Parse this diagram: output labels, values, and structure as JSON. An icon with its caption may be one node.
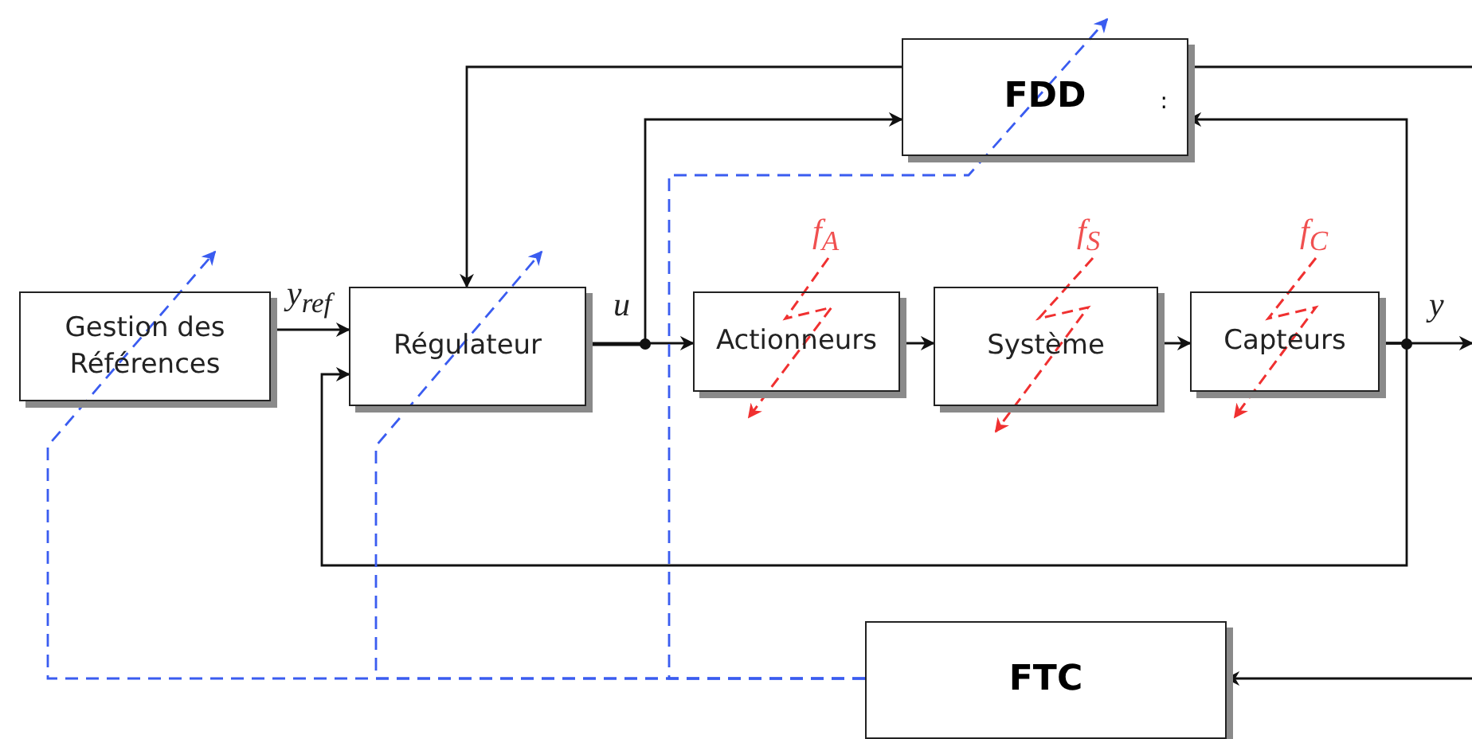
{
  "diagram": {
    "nodes": [
      {
        "text": [
          "Gestion des Références"
        ]
      },
      {
        "text": [
          "Régulateur"
        ]
      },
      {
        "text": [
          "Actionneurs"
        ],
        "beside": [
          "f$_{A}$"
        ]
      },
      {
        "text": [
          "Système"
        ],
        "beside": [
          "f$_{S}$"
        ]
      },
      {
        "text": [
          "Capteurs"
        ],
        "beside": [
          "f$_{C}$"
        ]
      },
      {
        "text": [
          "FDD",
          ":"
        ]
      },
      {
        "text": [
          "FTC"
        ]
      }
    ],
    "edges": [
      {
        "from": 0,
        "to": 1,
        "arrow": "to",
        "label": "y$_{ref}$"
      },
      {
        "from": 1,
        "to": 2,
        "arrow": "to",
        "label": "u"
      },
      {
        "from": 2,
        "to": 3,
        "arrow": "to"
      },
      {
        "from": 3,
        "to": 4,
        "arrow": "to"
      },
      {
        "from": 4,
        "to": null,
        "arrow": "to",
        "label": "y"
      },
      {
        "from": 1,
        "to": 5,
        "arrow": "to"
      },
      {
        "from": 4,
        "to": 5,
        "arrow": "to"
      },
      {
        "from": 4,
        "to": 1,
        "arrow": "to"
      },
      {
        "from": 5,
        "to": 1,
        "arrow": "to"
      },
      {
        "from": null,
        "to": 5,
        "arrow": "none"
      },
      {
        "from": null,
        "to": 6,
        "arrow": "to"
      },
      {
        "from": 6,
        "to": 0,
        "arrow": "to",
        "style": "dashed",
        "color": "#3a5cf0"
      },
      {
        "from": 6,
        "to": 1,
        "arrow": "to",
        "style": "dashed",
        "color": "#3a5cf0"
      },
      {
        "from": 6,
        "to": 5,
        "arrow": "to",
        "style": "dashed",
        "color": "#3a5cf0"
      }
    ]
  }
}
